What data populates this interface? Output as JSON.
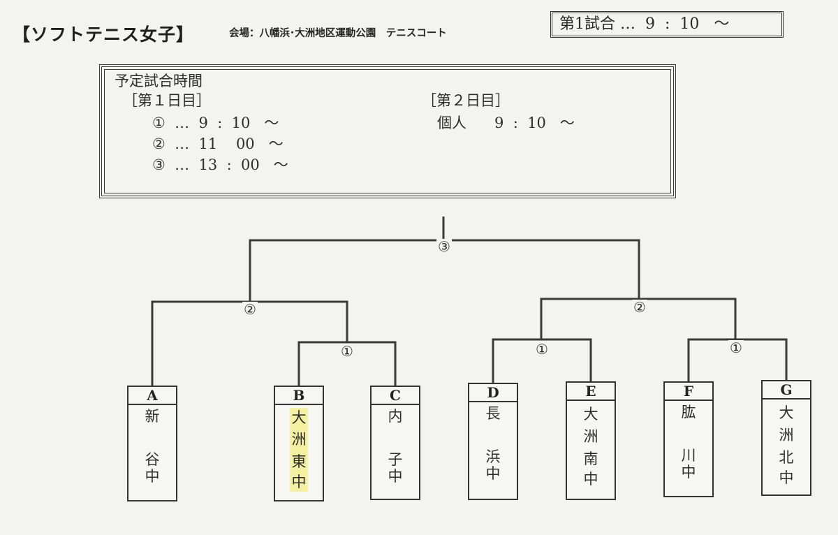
{
  "header": {
    "title": "【ソフトテニス女子】",
    "venue": "会場：八幡浜･大洲地区運動公園　テニスコート",
    "first_match": "第1試合 …  9  :  10   ～"
  },
  "schedule": {
    "heading": "予定試合時間",
    "day1": {
      "label": "［第１日目］",
      "rows": [
        "①  …  9  :  10   ～",
        "②  …  11    00   ～",
        "③  …  13  :  00   ～"
      ]
    },
    "day2": {
      "label": "［第２日目］",
      "rows": [
        "個人      9  :  10   ～"
      ]
    }
  },
  "bracket": {
    "final_round": "③",
    "semi_left": "②",
    "semi_right": "②",
    "qf_bc": "①",
    "qf_de": "①",
    "qf_fg": "①"
  },
  "teams": [
    {
      "letter": "A",
      "chars": [
        "新",
        "",
        "谷",
        "中"
      ],
      "highlight": false
    },
    {
      "letter": "B",
      "chars": [
        "大",
        "洲",
        "東",
        "中"
      ],
      "highlight": true
    },
    {
      "letter": "C",
      "chars": [
        "内",
        "",
        "子",
        "中"
      ],
      "highlight": false
    },
    {
      "letter": "D",
      "chars": [
        "長",
        "",
        "浜",
        "中"
      ],
      "highlight": false
    },
    {
      "letter": "E",
      "chars": [
        "大",
        "洲",
        "南",
        "中"
      ],
      "highlight": false
    },
    {
      "letter": "F",
      "chars": [
        "肱",
        "",
        "川",
        "中"
      ],
      "highlight": false
    },
    {
      "letter": "G",
      "chars": [
        "大",
        "洲",
        "北",
        "中"
      ],
      "highlight": false
    }
  ],
  "colors": {
    "paper": "#f3f3ef",
    "ink": "#2a2a2a",
    "highlight": "#f4f0a2"
  }
}
